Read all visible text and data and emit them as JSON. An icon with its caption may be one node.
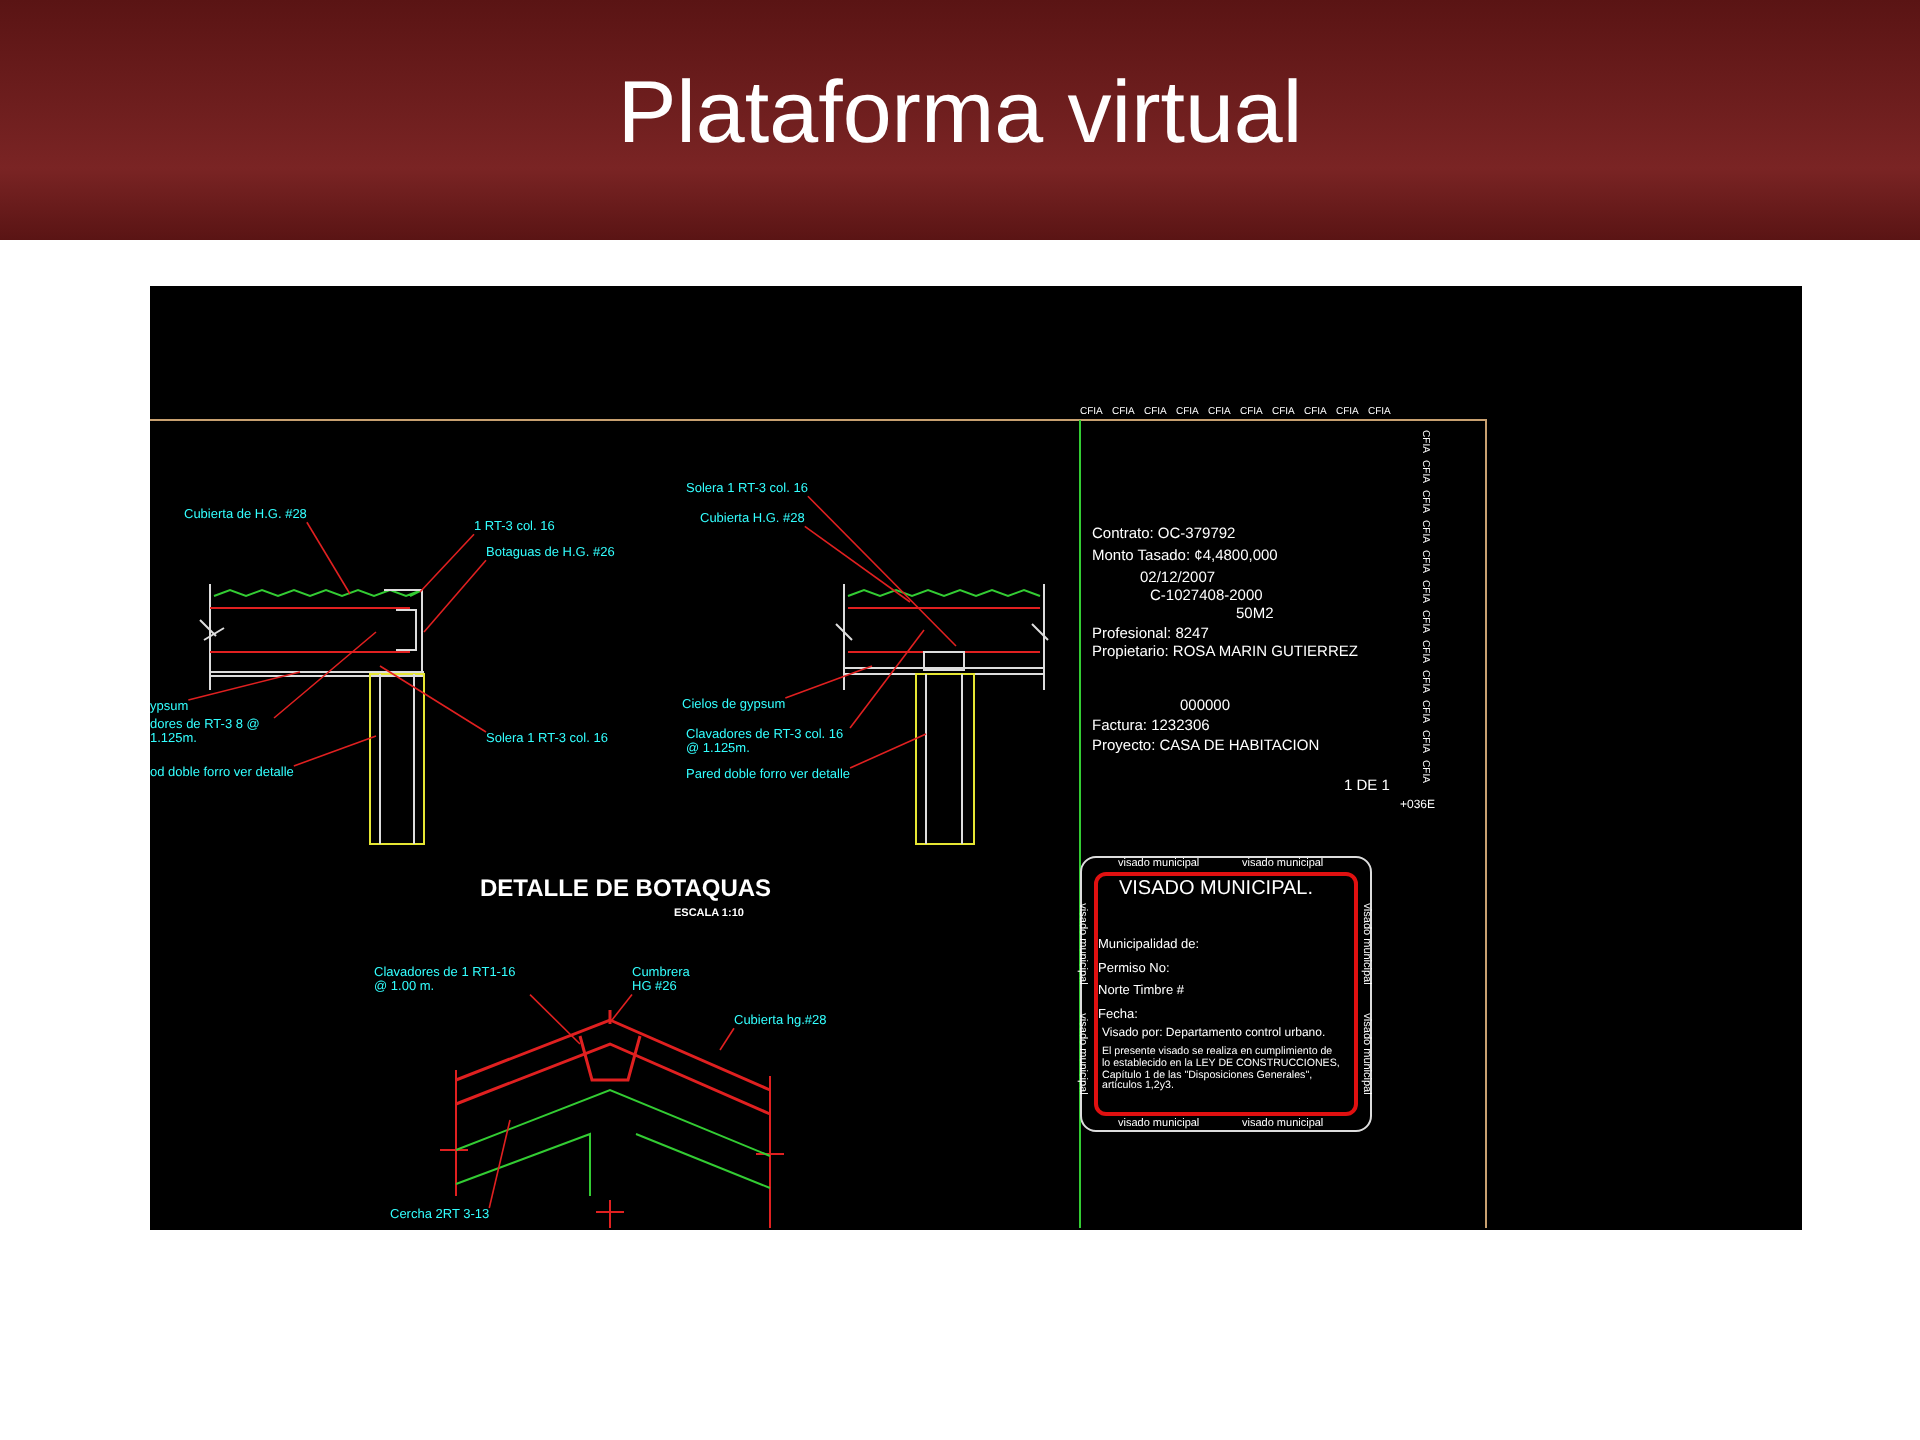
{
  "diagram": {
    "title": "Plataforma virtual",
    "nodes": [
      {
        "text": [
          "Cubierta de H.G. #28"
        ]
      },
      {
        "text": [
          "1 RT-3 col. 16"
        ]
      },
      {
        "text": [
          "Botaguas de H.G. #26"
        ]
      },
      {
        "text": [
          "ypsum"
        ]
      },
      {
        "text": [
          "dores de RT-3 8 @ 1.125m."
        ]
      },
      {
        "text": [
          "od doble forro ver detalle"
        ]
      },
      {
        "text": [
          "Solera 1 RT-3 col. 16"
        ]
      },
      {
        "text": [
          "Solera 1 RT-3 col. 16"
        ]
      },
      {
        "text": [
          "Cubierta H.G. #28"
        ]
      },
      {
        "text": [
          "Cielos de gypsum"
        ]
      },
      {
        "text": [
          "Clavadores de RT-3 col. 16 @ 1.125m."
        ]
      },
      {
        "text": [
          "Pared doble forro ver detalle"
        ]
      },
      {
        "text": [
          "Clavadores de 1 RT1-16 @ 1.00 m."
        ]
      },
      {
        "text": [
          "Cumbrera HG #26"
        ]
      },
      {
        "text": [
          "Cubierta hg.#28"
        ]
      },
      {
        "text": [
          "Cercha 2RT 3-13"
        ]
      },
      {
        "text": [
          "visado municipal",
          "visado municipal",
          "VISADO MUNICIPAL.",
          "Municipalidad de:",
          "Permiso No:",
          "Norte Timbre #",
          "Fecha:",
          "Visado por: Departamento control urbano.",
          "El presente visado se realiza en cumplimiento de lo establecido en la LEY DE CONSTRUCCIONES, Capítulo 1 de las \"Disposiciones Generales\", artículos 1,2y3.",
          "visado municipal",
          "visado municipal",
          "visado municipal",
          "visado municipal",
          "visado municipal",
          "visado municipal"
        ]
      }
    ],
    "edges": [
      {
        "from": 0,
        "to": null,
        "arrow": "none"
      },
      {
        "from": 1,
        "to": null,
        "arrow": "none"
      },
      {
        "from": 2,
        "to": null,
        "arrow": "none"
      },
      {
        "from": 3,
        "to": null,
        "arrow": "none"
      },
      {
        "from": 4,
        "to": null,
        "arrow": "none"
      },
      {
        "from": 5,
        "to": null,
        "arrow": "none"
      },
      {
        "from": 6,
        "to": null,
        "arrow": "none"
      },
      {
        "from": 7,
        "to": null,
        "arrow": "none"
      },
      {
        "from": 8,
        "to": null,
        "arrow": "none"
      },
      {
        "from": 9,
        "to": null,
        "arrow": "none"
      },
      {
        "from": 10,
        "to": null,
        "arrow": "none"
      },
      {
        "from": 11,
        "to": null,
        "arrow": "none"
      },
      {
        "from": 12,
        "to": null,
        "arrow": "none"
      },
      {
        "from": 13,
        "to": null,
        "arrow": "none"
      },
      {
        "from": 14,
        "to": null,
        "arrow": "none"
      },
      {
        "from": 15,
        "to": null,
        "arrow": "none"
      }
    ],
    "labels": [
      "DETALLE DE BOTAQUAS",
      "ESCALA 1:10",
      "Contrato: OC-379792",
      "Monto Tasado: ¢4,4800,000",
      "02/12/2007",
      "C-1027408-2000",
      "50M2",
      "Profesional: 8247",
      "Propietario: ROSA MARIN GUTIERREZ",
      "000000",
      "Factura: 1232306",
      "Proyecto: CASA DE HABITACION",
      "1 DE 1",
      "+036E",
      "CFIA",
      "CFIA",
      "CFIA",
      "CFIA",
      "CFIA",
      "CFIA",
      "CFIA",
      "CFIA",
      "CFIA",
      "CFIA",
      "CFIA",
      "CFIA",
      "CFIA",
      "CFIA",
      "CFIA",
      "CFIA",
      "CFIA",
      "CFIA",
      "CFIA",
      "CFIA",
      "CFIA",
      "CFIA"
    ]
  }
}
